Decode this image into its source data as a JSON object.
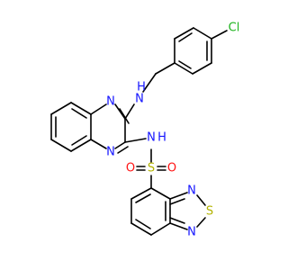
{
  "molecule": {
    "atoms": {
      "cl": {
        "text": "Cl",
        "color": "#1db31d"
      },
      "nh_top": {
        "text": "H",
        "color": "#1414ff"
      },
      "n_top_amine": {
        "text": "N",
        "color": "#1414ff"
      },
      "n_quinox_1": {
        "text": "N",
        "color": "#1414ff"
      },
      "n_quinox_2": {
        "text": "N",
        "color": "#1414ff"
      },
      "n_sulfonamide": {
        "text": "N",
        "color": "#1414ff"
      },
      "h_sulfonamide": {
        "text": "H",
        "color": "#1414ff"
      },
      "s_sulfonyl": {
        "text": "S",
        "color": "#b3b300"
      },
      "o_left": {
        "text": "O",
        "color": "#ff1414"
      },
      "o_right": {
        "text": "O",
        "color": "#ff1414"
      },
      "n_thiad_1": {
        "text": "N",
        "color": "#1414ff"
      },
      "s_thiad": {
        "text": "S",
        "color": "#b3b300"
      },
      "n_thiad_2": {
        "text": "N",
        "color": "#1414ff"
      }
    }
  }
}
